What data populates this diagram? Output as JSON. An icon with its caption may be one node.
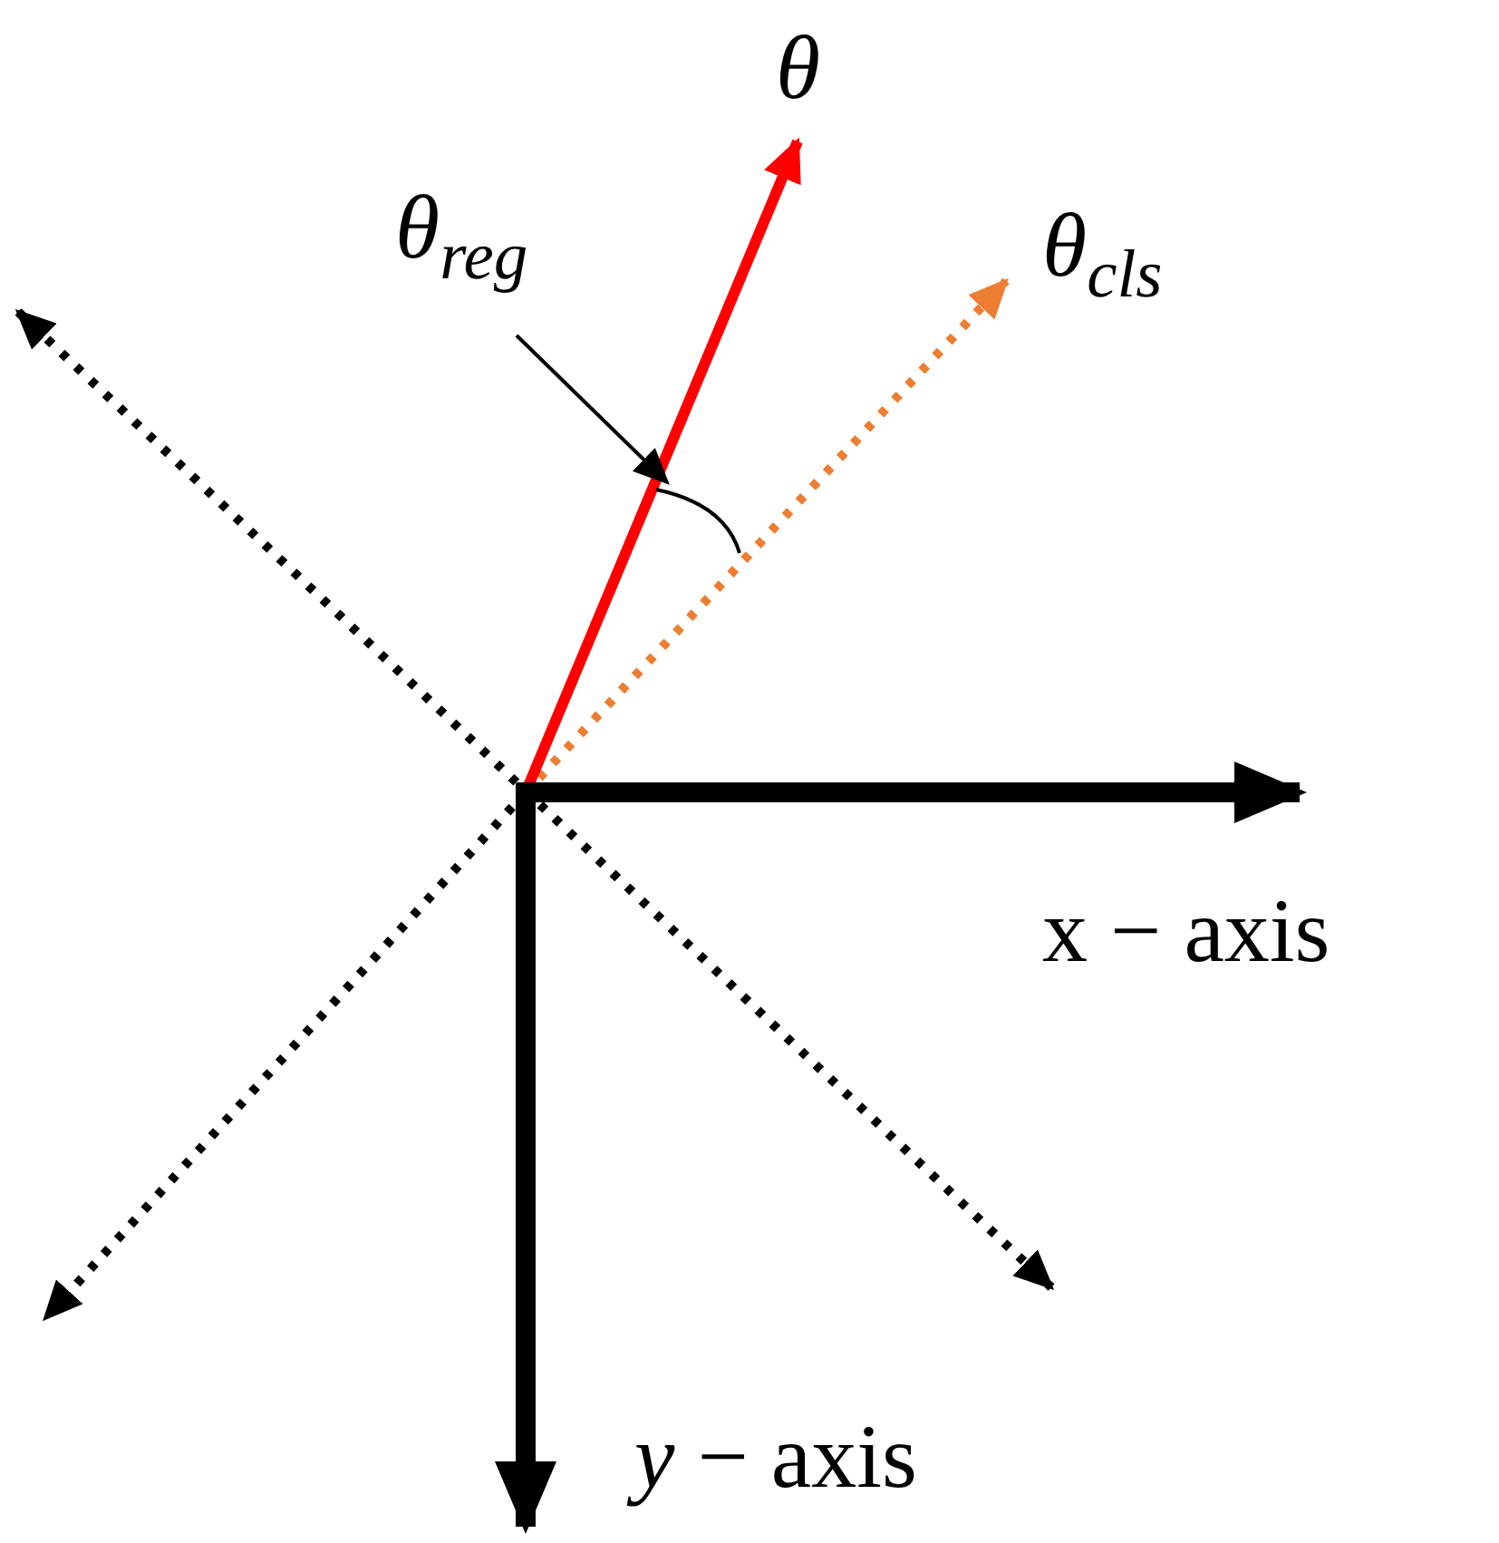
{
  "diagram": {
    "nodes": [
      {
        "text": [
          "θ$_{reg}$"
        ]
      },
      {
        "text": [],
        "shape": "arc"
      }
    ],
    "edges": [
      {
        "from": 0,
        "to": 1,
        "arrow": "to"
      }
    ],
    "labels": [
      "θ",
      "θ$_{cls}$",
      "x − axis",
      "*y* − axis"
    ]
  }
}
